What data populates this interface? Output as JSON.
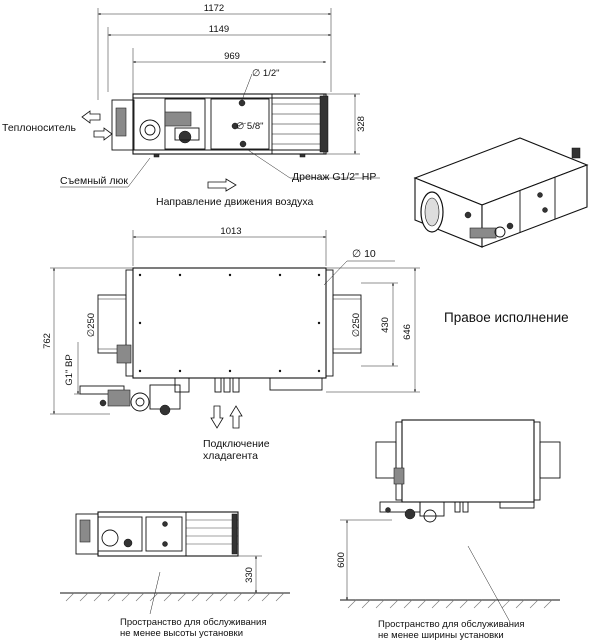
{
  "dimensions": {
    "top_width_1172": "1172",
    "top_width_1149": "1149",
    "top_width_969": "969",
    "top_height_328": "328",
    "pipe_1_2": "∅ 1/2\"",
    "pipe_5_8": "∅ 5/8\"",
    "plan_width_1013": "1013",
    "hole_d10": "∅ 10",
    "duct_d250_left": "∅250",
    "duct_d250_right": "∅250",
    "plan_430": "430",
    "plan_646": "646",
    "plan_762": "762",
    "drain_g1": "G1\" BP",
    "clearance_330": "330",
    "clearance_600": "600"
  },
  "labels": {
    "heat_carrier": "Теплоноситель",
    "removable_hatch": "Съемный люк",
    "drain": "Дренаж G1/2\" НР",
    "airflow_direction": "Направление движения воздуха",
    "refrigerant_connection_line1": "Подключение",
    "refrigerant_connection_line2": "хладагента",
    "right_version": "Правое исполнение",
    "service_height_line1": "Пространство для обслуживания",
    "service_height_line2": "не менее высоты установки",
    "service_width_line1": "Пространство для обслуживания",
    "service_width_line2": "не менее ширины установки"
  }
}
